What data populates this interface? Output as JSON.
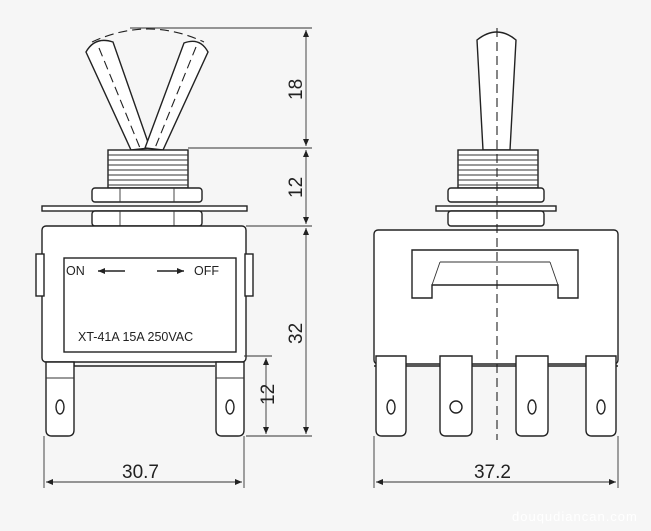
{
  "front_view": {
    "on_label": "ON",
    "off_label": "OFF",
    "model_text": "XT-41A 15A 250VAC"
  },
  "dimensions": {
    "lever_height": "18",
    "bushing_height": "12",
    "body_height": "32",
    "terminal_height": "12",
    "front_width": "30.7",
    "side_width": "37.2"
  },
  "watermark": "douqudiancan.com"
}
